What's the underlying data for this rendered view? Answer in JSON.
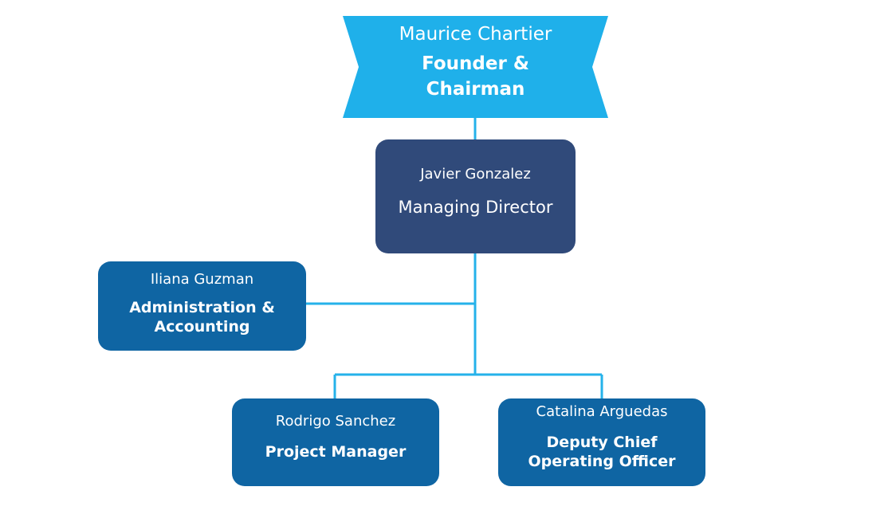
{
  "colors": {
    "banner": "#1fb0ea",
    "managing_director": "#304a7a",
    "department": "#0f65a3",
    "connector": "#25b2ea",
    "text": "#ffffff"
  },
  "org_chart": {
    "founder": {
      "name": "Maurice Chartier",
      "role_line1": "Founder &",
      "role_line2": "Chairman"
    },
    "managing_director": {
      "name": "Javier Gonzalez",
      "role": "Managing Director"
    },
    "administration": {
      "name": "Iliana Guzman",
      "role_line1": "Administration &",
      "role_line2": "Accounting"
    },
    "project_manager": {
      "name": "Rodrigo Sanchez",
      "role": "Project Manager"
    },
    "deputy_coo": {
      "name": "Catalina Arguedas",
      "role_line1": "Deputy Chief",
      "role_line2": "Operating Officer"
    }
  }
}
